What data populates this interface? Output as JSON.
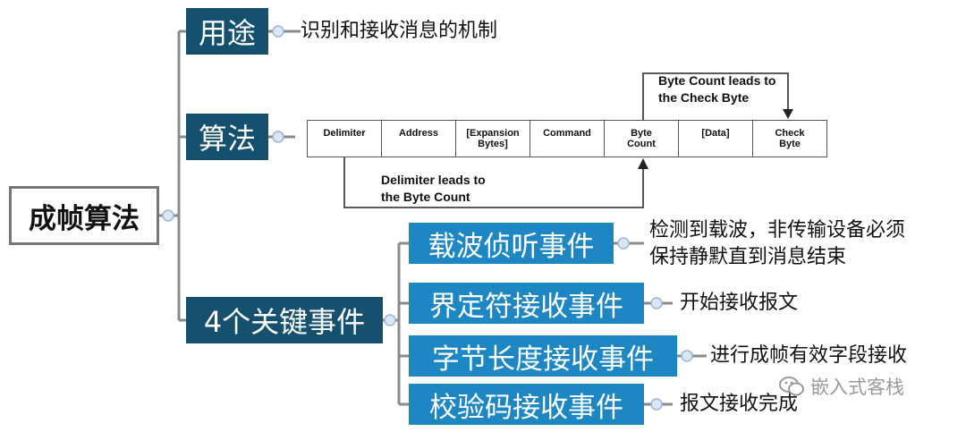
{
  "root": {
    "label": "成帧算法"
  },
  "branches": {
    "purpose": {
      "label": "用途",
      "leaf": "识别和接收消息的机制"
    },
    "algorithm": {
      "label": "算法",
      "frame_fields": [
        {
          "id": "delimiter",
          "lines": [
            "Delimiter"
          ]
        },
        {
          "id": "address",
          "lines": [
            "Address"
          ]
        },
        {
          "id": "expansion",
          "lines": [
            "[Expansion",
            "Bytes]"
          ]
        },
        {
          "id": "command",
          "lines": [
            "Command"
          ]
        },
        {
          "id": "byte-count",
          "lines": [
            "Byte",
            "Count"
          ]
        },
        {
          "id": "data",
          "lines": [
            "[Data]"
          ]
        },
        {
          "id": "check-byte",
          "lines": [
            "Check",
            "Byte"
          ]
        }
      ],
      "note_top": [
        "Byte Count  leads to",
        "the Check Byte"
      ],
      "note_bottom": [
        "Delimiter leads to",
        "the Byte Count"
      ]
    },
    "events": {
      "label": "4个关键事件",
      "items": [
        {
          "label": "载波侦听事件",
          "leaf": [
            "检测到载波，非传输设备必须",
            "保持静默直到消息结束"
          ]
        },
        {
          "label": "界定符接收事件",
          "leaf": [
            "开始接收报文"
          ]
        },
        {
          "label": "字节长度接收事件",
          "leaf": [
            "进行成帧有效字段接收"
          ]
        },
        {
          "label": "校验码接收事件",
          "leaf": [
            "报文接收完成"
          ]
        }
      ]
    }
  },
  "watermark": {
    "text": "嵌入式客栈"
  },
  "colors": {
    "topic": "#15516f",
    "subtopic": "#1d87c3",
    "connector": "#8a8a8a",
    "root_border": "#777777"
  }
}
